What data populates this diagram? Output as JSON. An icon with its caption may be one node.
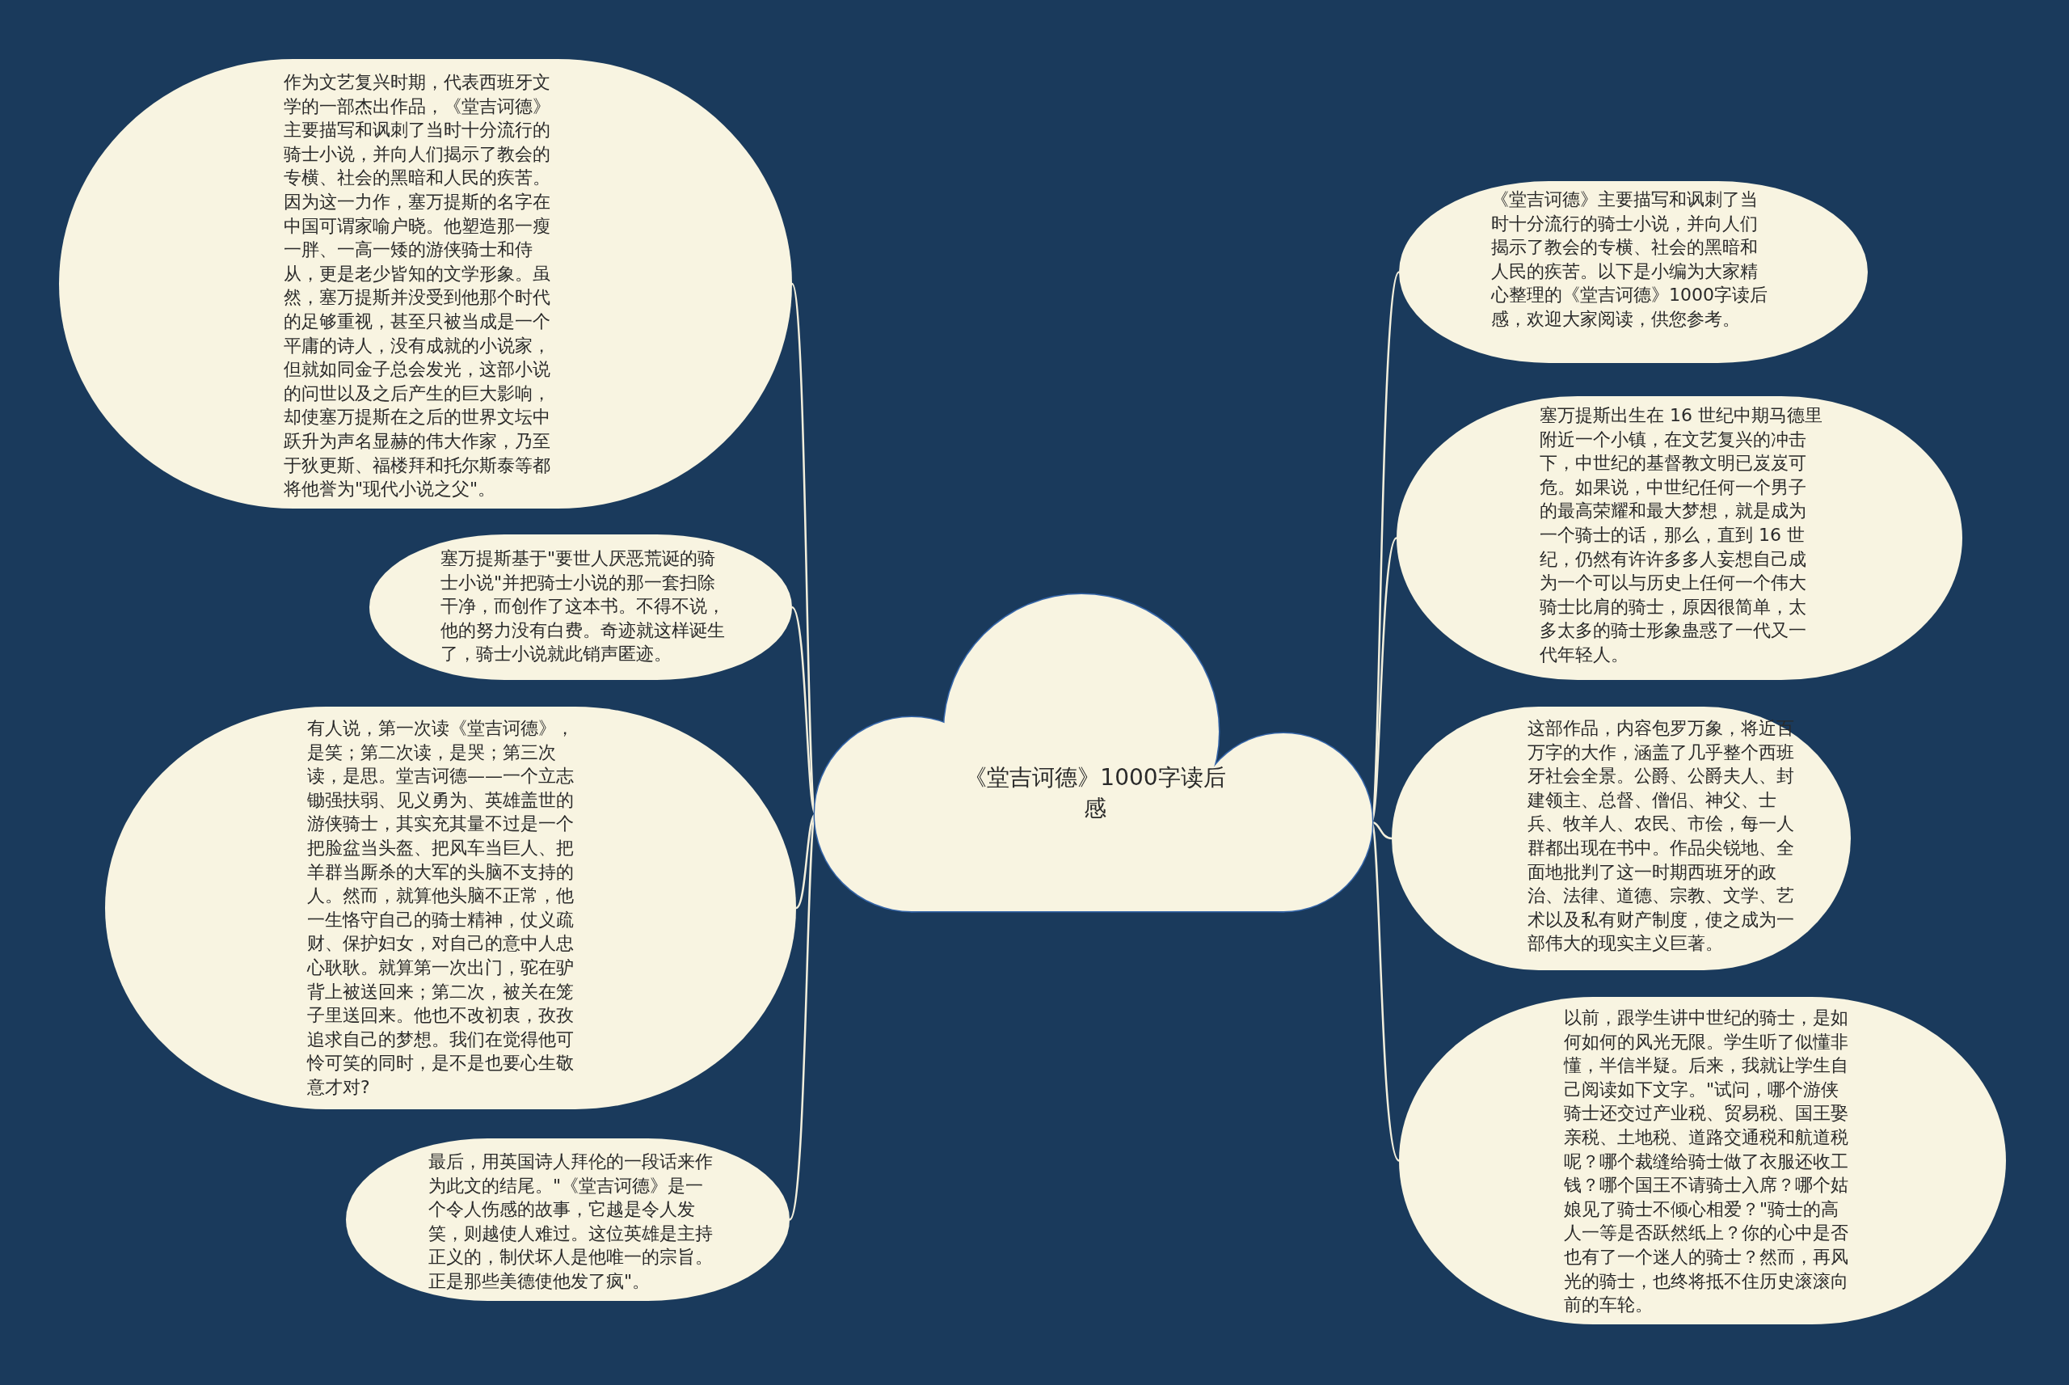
{
  "diagram": {
    "nodes": [
      {
        "text": [
          "《堂吉诃德》1000字读后感"
        ]
      },
      {
        "text": [
          "作为文艺复兴时期，代表西班牙文学的一部杰出作品，《堂吉诃德》主要描写和讽刺了当时十分流行的骑士小说，并向人们揭示了教会的专横、社会的黑暗和人民的疾苦。因为这一力作，塞万提斯的名字在中国可谓家喻户晓。他塑造那一瘦一胖、一高一矮的游侠骑士和侍从，更是老少皆知的文学形象。虽然，塞万提斯并没受到他那个时代的足够重视，甚至只被当成是一个平庸的诗人，没有成就的小说家，但就如同金子总会发光，这部小说的问世以及之后产生的巨大影响，却使塞万提斯在之后的世界文坛中跃升为声名显赫的伟大作家，乃至于狄更斯、福楼拜和托尔斯泰等都将他誉为\"现代小说之父\"。"
        ]
      },
      {
        "text": [
          "塞万提斯基于\"要世人厌恶荒诞的骑士小说\"并把骑士小说的那一套扫除干净，而创作了这本书。不得不说，他的努力没有白费。奇迹就这样诞生了，骑士小说就此销声匿迹。"
        ]
      },
      {
        "text": [
          "有人说，第一次读《堂吉诃德》，是笑；第二次读，是哭；第三次读，是思。堂吉诃德——一个立志锄强扶弱、见义勇为、英雄盖世的游侠骑士，其实充其量不过是一个把脸盆当头盔、把风车当巨人、把羊群当厮杀的大军的头脑不支持的人。然而，就算他头脑不正常，他一生恪守自己的骑士精神，仗义疏财、保护妇女，对自己的意中人忠心耿耿。就算第一次出门，驼在驴背上被送回来；第二次，被关在笼子里送回来。他也不改初衷，孜孜追求自己的梦想。我们在觉得他可怜可笑的同时，是不是也要心生敬意才对?"
        ]
      },
      {
        "text": [
          "最后，用英国诗人拜伦的一段话来作为此文的结尾。\"《堂吉诃德》是一个令人伤感的故事，它越是令人发笑，则越使人难过。这位英雄是主持正义的，制伏坏人是他唯一的宗旨。正是那些美德使他发了疯\"。"
        ]
      },
      {
        "text": [
          "《堂吉诃德》主要描写和讽刺了当时十分流行的骑士小说，并向人们揭示了教会的专横、社会的黑暗和人民的疾苦。以下是小编为大家精心整理的《堂吉诃德》1000字读后感，欢迎大家阅读，供您参考。"
        ]
      },
      {
        "text": [
          "塞万提斯出生在 16 世纪中期马德里附近一个小镇，在文艺复兴的冲击下，中世纪的基督教文明已岌岌可危。如果说，中世纪任何一个男子的最高荣耀和最大梦想，就是成为一个骑士的话，那么，直到 16 世纪，仍然有许许多多人妄想自己成为一个可以与历史上任何一个伟大骑士比肩的骑士，原因很简单，太多太多的骑士形象蛊惑了一代又一代年轻人。"
        ]
      },
      {
        "text": [
          "这部作品，内容包罗万象，将近百万字的大作，涵盖了几乎整个西班牙社会全景。公爵、公爵夫人、封建领主、总督、僧侣、神父、士兵、牧羊人、农民、市侩，每一人群都出现在书中。作品尖锐地、全面地批判了这一时期西班牙的政治、法律、道德、宗教、文学、艺术以及私有财产制度，使之成为一部伟大的现实主义巨著。"
        ]
      },
      {
        "text": [
          "以前，跟学生讲中世纪的骑士，是如何如何的风光无限。学生听了似懂非懂，半信半疑。后来，我就让学生自己阅读如下文字。\"试问，哪个游侠骑士还交过产业税、贸易税、国王娶亲税、土地税、道路交通税和航道税呢？哪个裁缝给骑士做了衣服还收工钱？哪个国王不请骑士入席？哪个姑娘见了骑士不倾心相爱？\"骑士的高人一等是否跃然纸上？你的心中是否也有了一个迷人的骑士？然而，再风光的骑士，也终将抵不住历史滚滚向前的车轮。"
        ]
      }
    ],
    "edges": [
      {
        "from": 0,
        "to": 1,
        "arrow": "none"
      },
      {
        "from": 0,
        "to": 2,
        "arrow": "none"
      },
      {
        "from": 0,
        "to": 3,
        "arrow": "none"
      },
      {
        "from": 0,
        "to": 4,
        "arrow": "none"
      },
      {
        "from": 0,
        "to": 5,
        "arrow": "none"
      },
      {
        "from": 0,
        "to": 6,
        "arrow": "none"
      },
      {
        "from": 0,
        "to": 7,
        "arrow": "none"
      },
      {
        "from": 0,
        "to": 8,
        "arrow": "none"
      }
    ]
  }
}
